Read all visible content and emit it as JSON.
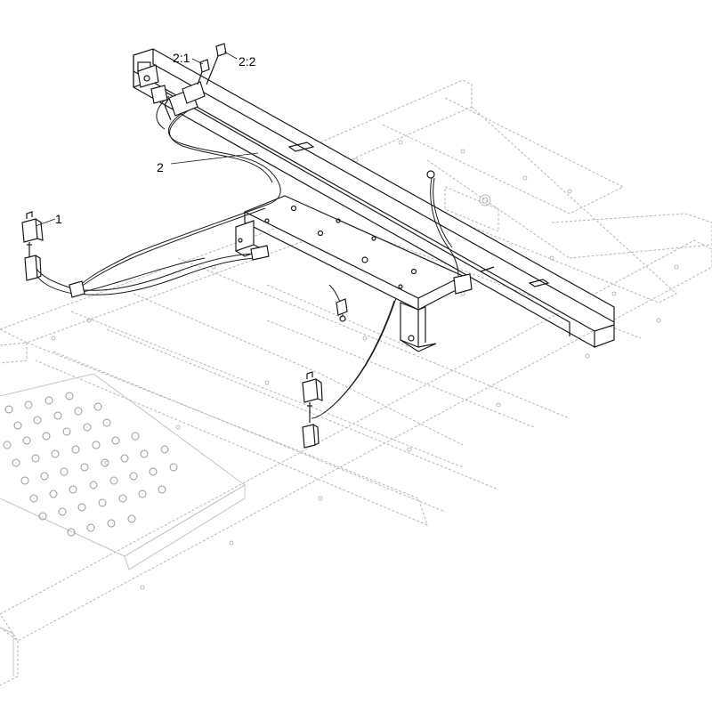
{
  "callouts": [
    {
      "id": "1",
      "label": "1"
    },
    {
      "id": "2",
      "label": "2"
    },
    {
      "id": "2-1",
      "label": "2:1"
    },
    {
      "id": "2-2",
      "label": "2:2"
    }
  ]
}
